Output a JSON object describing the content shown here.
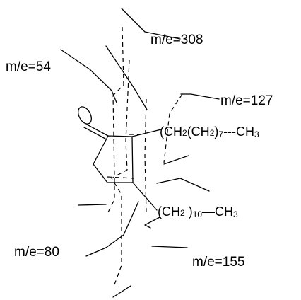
{
  "fragment_labels": {
    "m308": "m/e=308",
    "m54": "m/e=54",
    "m127": "m/e=127",
    "m80": "m/e=80",
    "m155": "m/e=155"
  },
  "substituents": {
    "upper_chain_a": "(CH",
    "upper_chain_b": "2",
    "upper_chain_c": "(CH",
    "upper_chain_d": "2",
    "upper_chain_e": ")",
    "upper_chain_f": "7",
    "upper_chain_g": "---CH",
    "upper_chain_h": "3",
    "lower_chain_a": "(CH",
    "lower_chain_b": "2",
    "lower_chain_c": " )",
    "lower_chain_d": "10",
    "lower_chain_e": "—CH",
    "lower_chain_f": "3"
  },
  "colors": {
    "ink": "#000000",
    "background": "#ffffff"
  }
}
